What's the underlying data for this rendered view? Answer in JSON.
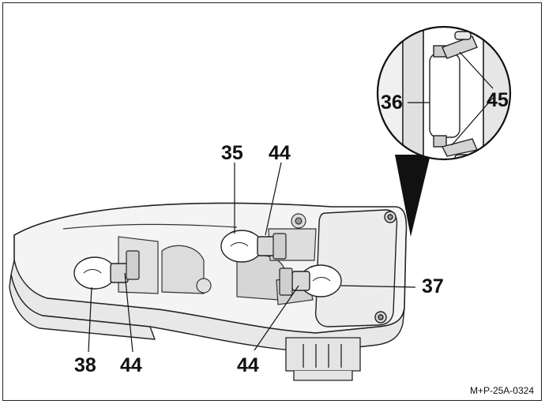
{
  "callouts": {
    "c35": "35",
    "c44_top": "44",
    "c36": "36",
    "c45": "45",
    "c37": "37",
    "c38": "38",
    "c44_left": "44",
    "c44_bottom": "44"
  },
  "reference_code": "M+P-25A-0324",
  "colors": {
    "line": "#222222",
    "fill_light": "#f4f4f4",
    "fill_mid": "#e6e6e6",
    "fill_dark": "#c8c8c8",
    "leader": "#111111"
  }
}
